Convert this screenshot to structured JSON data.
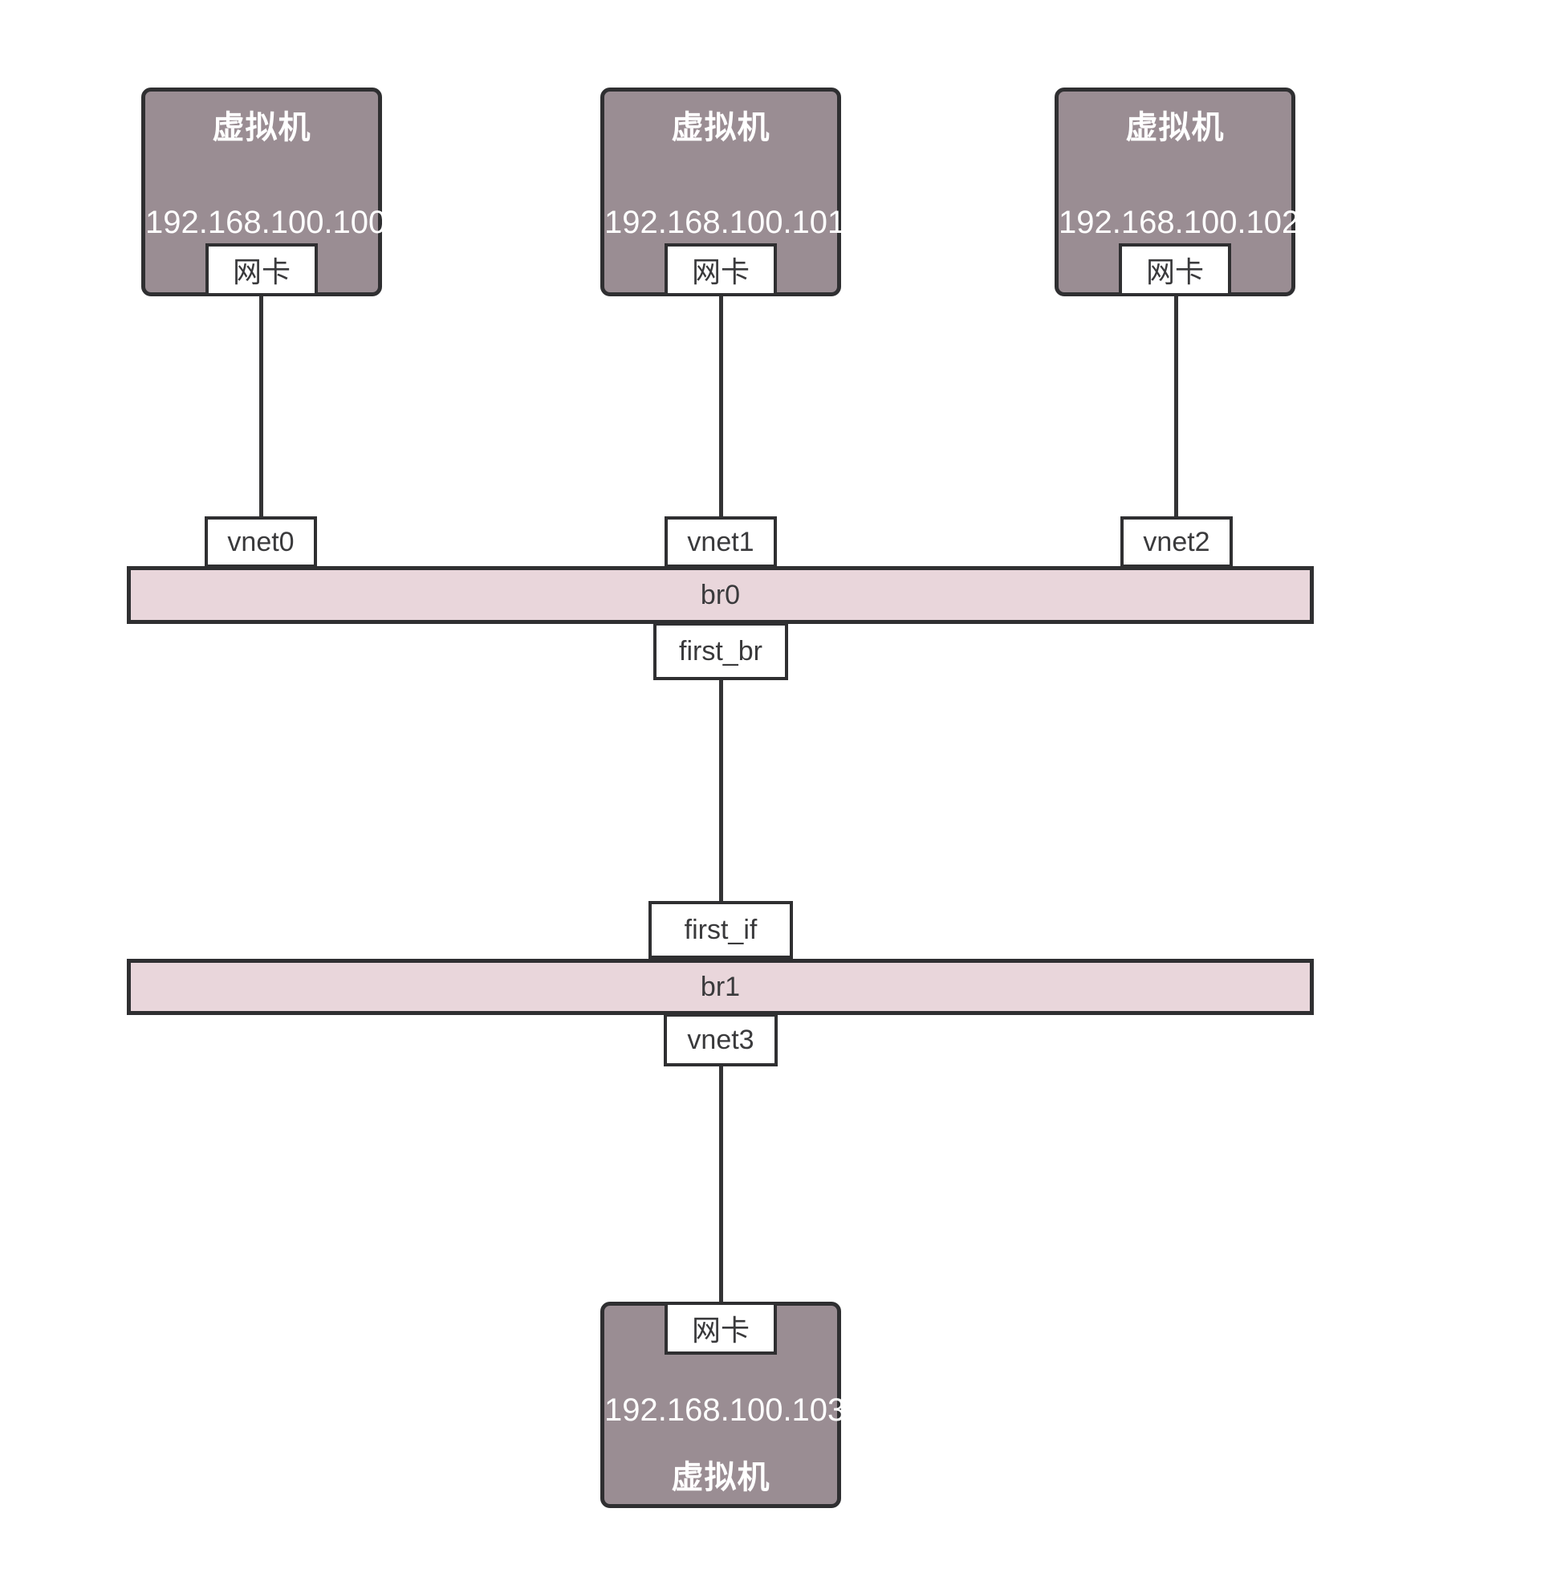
{
  "colors": {
    "vm_fill": "#9a8d93",
    "bridge_fill": "#e9d6db",
    "stroke": "#2f2f31",
    "port_fill": "#ffffff",
    "text_on_vm": "#ffffff",
    "text_dark": "#3a3a3c"
  },
  "vms": [
    {
      "title": "虚拟机",
      "ip": "192.168.100.100",
      "nic_label": "网卡",
      "nic_position": "bottom"
    },
    {
      "title": "虚拟机",
      "ip": "192.168.100.101",
      "nic_label": "网卡",
      "nic_position": "bottom"
    },
    {
      "title": "虚拟机",
      "ip": "192.168.100.102",
      "nic_label": "网卡",
      "nic_position": "bottom"
    },
    {
      "title": "虚拟机",
      "ip": "192.168.100.103",
      "nic_label": "网卡",
      "nic_position": "top"
    }
  ],
  "bridges": [
    {
      "label": "br0",
      "ports_top": [
        "vnet0",
        "vnet1",
        "vnet2"
      ],
      "port_bottom": "first_br"
    },
    {
      "label": "br1",
      "port_top": "first_if",
      "port_bottom": "vnet3"
    }
  ]
}
